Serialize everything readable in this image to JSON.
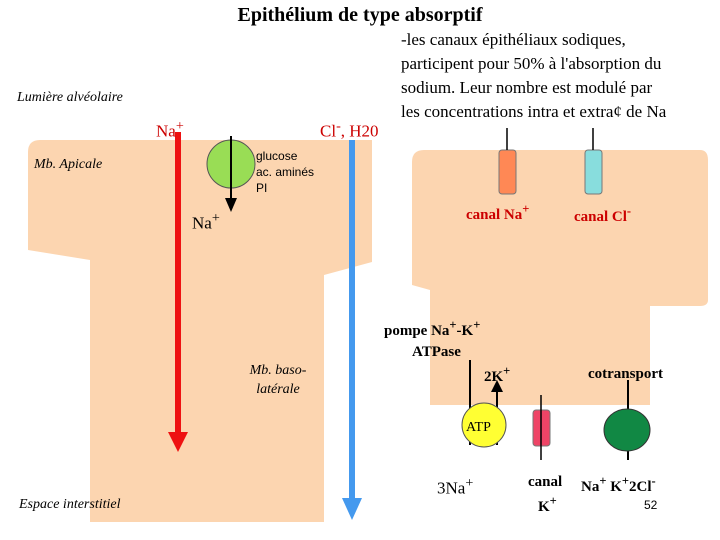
{
  "title": "Epithélium de type absorptif",
  "note_lines": [
    "-les canaux épithéliaux sodiques,",
    "participent pour 50% à l'absorption du",
    "sodium. Leur nombre est modulé par",
    "les concentrations intra et extra¢ de Na"
  ],
  "labels": {
    "lumiere": "Lumière alvéolaire",
    "mb_apicale": "Mb. Apicale",
    "mb_baso_1": "Mb. baso-",
    "mb_baso_2": "latérale",
    "espace": "Espace interstitiel",
    "na_top": "Na",
    "na_top_sup": "+",
    "cl_h2o_a": "Cl",
    "cl_h2o_sup": "-",
    "cl_h2o_b": ", H20",
    "na_mid": "Na",
    "na_mid_sup": "+",
    "cotransport_lines": [
      "glucose",
      "ac. aminés",
      "PI"
    ],
    "canal_na": "canal Na",
    "canal_na_sup": "+",
    "canal_cl": "canal Cl",
    "canal_cl_sup": "-",
    "pompe_a": "pompe Na",
    "pompe_sup1": "+",
    "pompe_b": "-K",
    "pompe_sup2": "+",
    "atpase": "ATPase",
    "k2": "2K",
    "k2_sup": "+",
    "cotransport": "cotransport",
    "atp": "ATP",
    "na3": "3Na",
    "na3_sup": "+",
    "canal_k_a": "canal",
    "canal_k_b": "K",
    "canal_k_sup": "+",
    "cotrans_ions_a": "Na",
    "cotrans_ions_sup1": "+",
    "cotrans_ions_b": " K",
    "cotrans_ions_sup2": "+",
    "cotrans_ions_c": "2Cl",
    "cotrans_ions_sup3": "-",
    "page": "52"
  },
  "colors": {
    "cell": "#fcd5b0",
    "red_arrow": "#ee1111",
    "blue_arrow": "#4499ee",
    "glucose_transporter": "#99dd55",
    "canal_na": "#ff8855",
    "canal_cl": "#88dddd",
    "atp_pump": "#ffff33",
    "canal_k": "#ee4466",
    "cotransporter": "#118844"
  }
}
